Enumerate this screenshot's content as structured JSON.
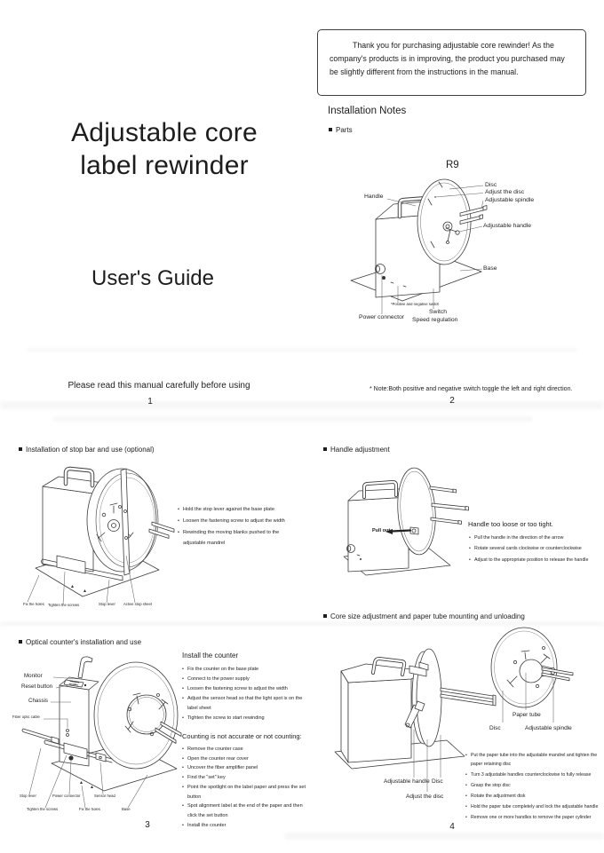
{
  "page1": {
    "title_line1": "Adjustable core",
    "title_line2": "label rewinder",
    "subtitle": "User's Guide",
    "footer": "Please read this manual carefully before using",
    "page_number": "1"
  },
  "page2": {
    "notice": "Thank you for purchasing adjustable core rewinder! As the company's products is in improving, the product you purchased may be slightly different from the instructions in the manual.",
    "section_title": "Installation Notes",
    "parts_label": "Parts",
    "model": "R9",
    "labels": {
      "handle": "Handle",
      "disc": "Disc",
      "adjust_disc": "Adjust the disc",
      "spindle": "Adjustable spindle",
      "adj_handle": "Adjustable handle",
      "base": "Base",
      "pos_neg": "*Positive and negative switch",
      "switch": "Switch",
      "speed": "Speed regulation",
      "power": "Power connector"
    },
    "note": "* Note:Both positive and negative switch toggle the left and right direction.",
    "page_number": "2"
  },
  "page3": {
    "section1": {
      "title": "Installation of stop bar and use (optional)",
      "bullets": [
        "Hold the stop lever against the base plate",
        "Loosen the fastening screw to adjust the width",
        "Rewinding the moving blanks pushed to the adjustable mandrel"
      ],
      "labels": {
        "fix": "Fix the holes",
        "tighten": "Tighten the screws",
        "stop": "Stop lever",
        "active": "Active stop sheet"
      }
    },
    "section2": {
      "title": "Optical counter's  installation and use",
      "left_labels": {
        "monitor": "Monitor",
        "reset": "Reset button",
        "chassis": "Chassis",
        "fiber": "Fiber optic cable"
      },
      "bottom_labels": {
        "stop": "Stop lever",
        "power": "Power connector",
        "sensor": "Sensor head",
        "tighten": "Tighten the screws",
        "fix": "Fix the holes",
        "base": "Base"
      },
      "install_heading": "Install the counter",
      "install_bullets": [
        "Fix the counter on the base plate",
        "Connect to the power supply",
        "Loosen the fastening screw to adjust the width",
        "Adjust the sensor head so that the light spot is on the label sheet",
        "Tighten the screw to start rewinding"
      ],
      "counting_heading": "Counting is not accurate or not counting:",
      "counting_bullets": [
        "Remove the counter case",
        "Open the counter rear cover",
        "Uncover the fiber amplifier panel",
        "Find the \"set\" key",
        "Point the spotlight on the label paper and press the set button",
        "Spot alignment label at the end of the paper and then click the set button",
        "Install the counter"
      ]
    },
    "page_number": "3"
  },
  "page4": {
    "section1": {
      "title": "Handle adjustment",
      "pull_out": "Pull out",
      "heading": "Handle too loose or too tight.",
      "bullets": [
        "Pull the handle in the direction of the arrow",
        "Rotate several cards clockwise or counterclockwise",
        "Adjust to the appropriate position to release the handle"
      ]
    },
    "section2": {
      "title": "Core size adjustment and paper tube mounting and unloading",
      "machine_labels": {
        "adj_handle": "Adjustable handle",
        "disc": "Disc",
        "adjust_disc": "Adjust the disc"
      },
      "disc_labels": {
        "paper_tube": "Paper tube",
        "disc": "Disc",
        "spindle": "Adjustable spindle"
      },
      "bullets": [
        "Put the paper tube into the adjustable mandrel and tighten the paper retaining disc",
        "Turn 3 adjustable handles counterclockwise to fully release",
        "Grasp the stop disc",
        "Rotate the adjustment disk",
        "Hold the paper tube completely and lock the adjustable handle",
        "Remove one or more handles to remove the paper cylinder"
      ]
    },
    "page_number": "4"
  }
}
